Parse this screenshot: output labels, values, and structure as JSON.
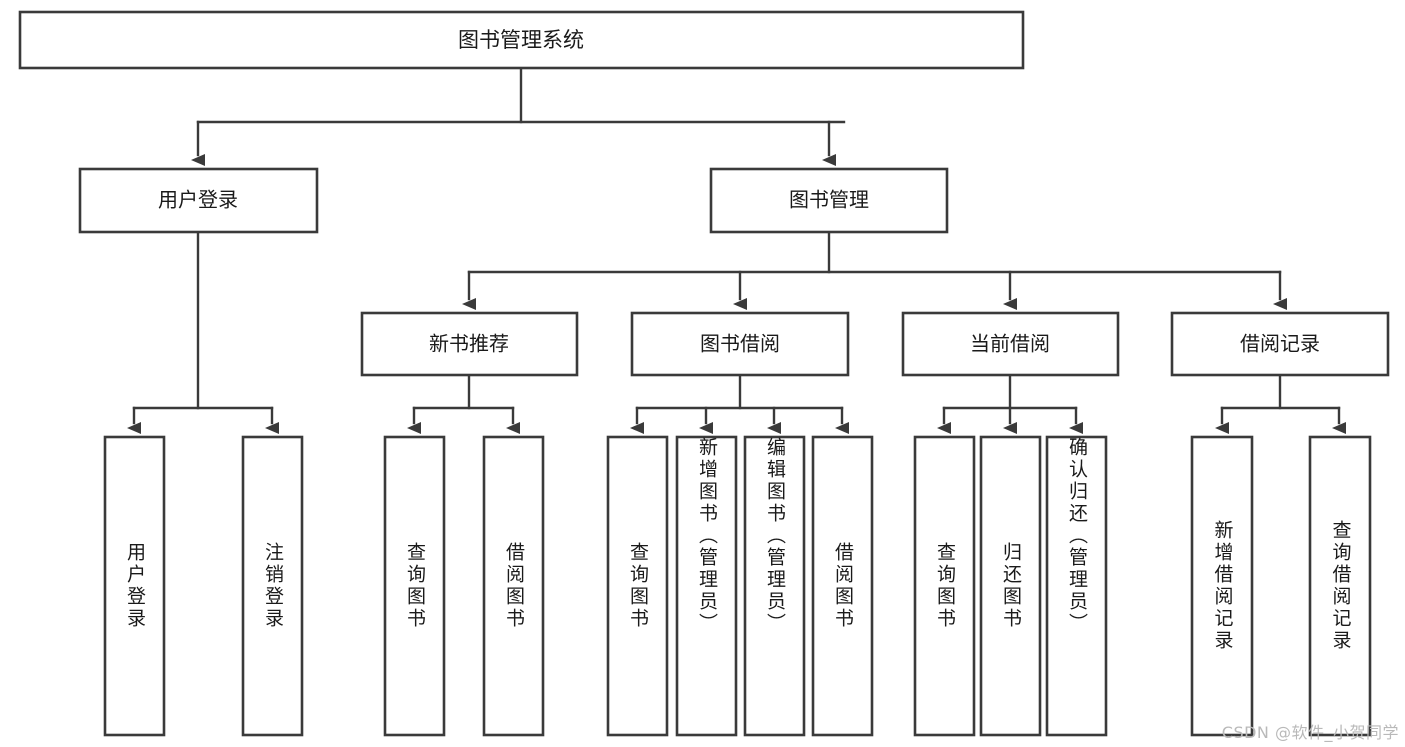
{
  "diagram": {
    "type": "tree-hierarchy",
    "title": "图书管理系统",
    "root": {
      "label": "图书管理系统"
    },
    "level2": [
      {
        "id": "user-login",
        "label": "用户登录"
      },
      {
        "id": "book-manage",
        "label": "图书管理"
      }
    ],
    "level3": [
      {
        "id": "new-book-recommend",
        "label": "新书推荐"
      },
      {
        "id": "book-borrow",
        "label": "图书借阅"
      },
      {
        "id": "current-borrow",
        "label": "当前借阅"
      },
      {
        "id": "borrow-record",
        "label": "借阅记录"
      }
    ],
    "leaves": {
      "user_login": [
        {
          "id": "leaf-user-login",
          "label": "用户登录"
        },
        {
          "id": "leaf-logout-login",
          "label": "注销登录"
        }
      ],
      "new_book_recommend": [
        {
          "id": "leaf-query-book-1",
          "label": "查询图书"
        },
        {
          "id": "leaf-borrow-book-1",
          "label": "借阅图书"
        }
      ],
      "book_borrow": [
        {
          "id": "leaf-query-book-2",
          "label": "查询图书"
        },
        {
          "id": "leaf-add-book",
          "label": "新增图书（管理员）"
        },
        {
          "id": "leaf-edit-book",
          "label": "编辑图书（管理员）"
        },
        {
          "id": "leaf-borrow-book-2",
          "label": "借阅图书"
        }
      ],
      "current_borrow": [
        {
          "id": "leaf-query-book-3",
          "label": "查询图书"
        },
        {
          "id": "leaf-return-book",
          "label": "归还图书"
        },
        {
          "id": "leaf-confirm-return",
          "label": "确认归还（管理员）"
        }
      ],
      "borrow_record": [
        {
          "id": "leaf-add-record",
          "label": "新增借阅记录"
        },
        {
          "id": "leaf-query-record",
          "label": "查询借阅记录"
        }
      ]
    }
  },
  "watermark": {
    "text": "CSDN @软件_小贺同学"
  },
  "colors": {
    "box_stroke": "#3a3a3a",
    "box_fill": "#ffffff",
    "line": "#3a3a3a",
    "text": "#1a1a1a",
    "watermark": "#b9b9b9",
    "background": "#ffffff"
  }
}
